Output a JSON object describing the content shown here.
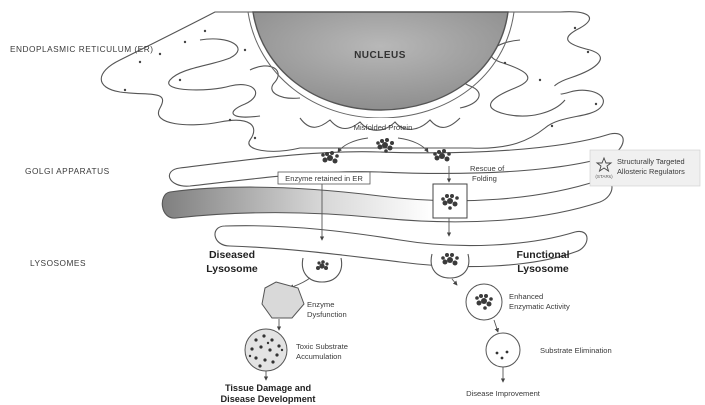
{
  "left_labels": {
    "er": "ENDOPLASMIC RETICULUM (ER)",
    "golgi": "GOLGI APPARATUS",
    "lysosomes": "LYSOSOMES"
  },
  "nucleus_label": "NUCLEUS",
  "misfolded_label": "Misfolded Protein",
  "retained_label": "Enzyme retained in ER",
  "rescue_label": [
    "Rescue of",
    "Folding"
  ],
  "legend": {
    "badge": "(STARs)",
    "text": [
      "Structurally Targeted",
      "Allosteric Regulators"
    ]
  },
  "diseased": {
    "title": [
      "Diseased",
      "Lysosome"
    ],
    "dysfunction": [
      "Enzyme",
      "Dysfunction"
    ],
    "toxic": [
      "Toxic Substrate",
      "Accumulation"
    ],
    "outcome": [
      "Tissue Damage and",
      "Disease  Development"
    ]
  },
  "functional": {
    "title": [
      "Functional",
      "Lysosome"
    ],
    "activity": [
      "Enhanced",
      "Enzymatic Activity"
    ],
    "elimination": "Substrate Elimination",
    "outcome": "Disease Improvement"
  },
  "colors": {
    "membrane_stroke": "#555555",
    "nucleus_fill": "#9a9a9a",
    "golgi_gradient_start": "#8a8a8a",
    "dot": "#333333"
  },
  "icons": [
    "star-icon",
    "protein-cluster-icon",
    "arrow-icon"
  ]
}
